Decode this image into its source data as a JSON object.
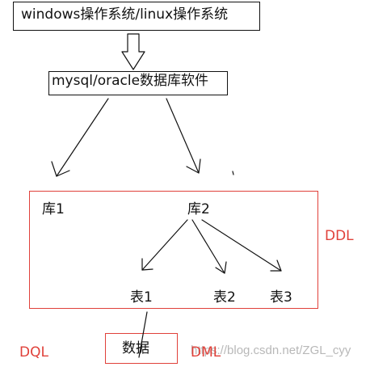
{
  "os_box": {
    "label": "windows操作系统/linux操作系统"
  },
  "db_box": {
    "label": "mysql/oracle数据库软件"
  },
  "schema_box": {
    "db1": "库1",
    "db2": "库2",
    "tables": [
      "表1",
      "表2",
      "表3"
    ]
  },
  "data_box": {
    "label": "数据"
  },
  "annotations": {
    "ddl": "DDL",
    "dql": "DQL",
    "dml": "DML"
  },
  "watermark": "https://blog.csdn.net/ZGL_cyy",
  "colors": {
    "accent": "#e0413a",
    "ink": "#111111"
  }
}
